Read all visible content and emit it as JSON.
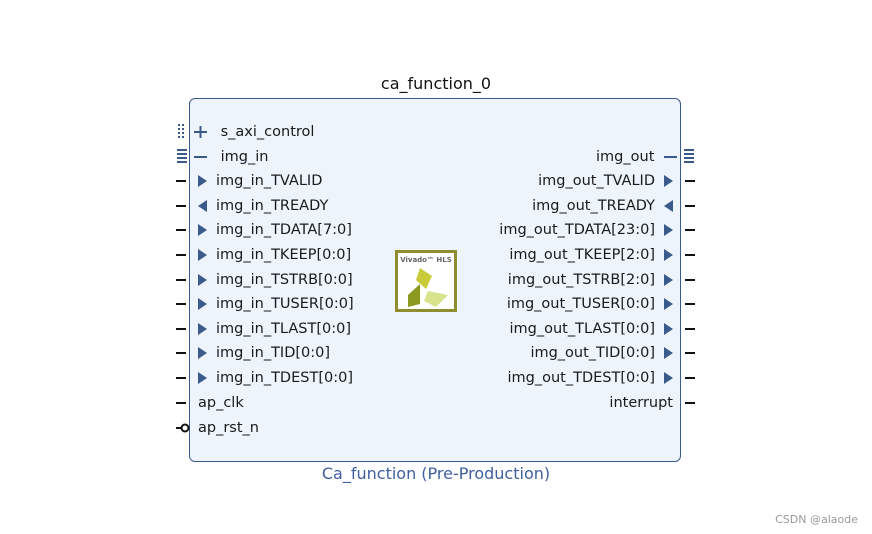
{
  "block": {
    "instance_name": "ca_function_0",
    "ip_title": "Ca_function (Pre-Production)",
    "logo_text": "Vivado™ HLS"
  },
  "left_ports": [
    {
      "name": "s_axi_control",
      "kind": "bus-collapsed"
    },
    {
      "name": "img_in",
      "kind": "bus-expanded"
    },
    {
      "name": "img_in_TVALID",
      "kind": "input"
    },
    {
      "name": "img_in_TREADY",
      "kind": "output"
    },
    {
      "name": "img_in_TDATA[7:0]",
      "kind": "input"
    },
    {
      "name": "img_in_TKEEP[0:0]",
      "kind": "input"
    },
    {
      "name": "img_in_TSTRB[0:0]",
      "kind": "input"
    },
    {
      "name": "img_in_TUSER[0:0]",
      "kind": "input"
    },
    {
      "name": "img_in_TLAST[0:0]",
      "kind": "input"
    },
    {
      "name": "img_in_TID[0:0]",
      "kind": "input"
    },
    {
      "name": "img_in_TDEST[0:0]",
      "kind": "input"
    },
    {
      "name": "ap_clk",
      "kind": "clock"
    },
    {
      "name": "ap_rst_n",
      "kind": "reset"
    }
  ],
  "right_ports": [
    {
      "name": "img_out",
      "kind": "bus-expanded"
    },
    {
      "name": "img_out_TVALID",
      "kind": "output"
    },
    {
      "name": "img_out_TREADY",
      "kind": "input"
    },
    {
      "name": "img_out_TDATA[23:0]",
      "kind": "output"
    },
    {
      "name": "img_out_TKEEP[2:0]",
      "kind": "output"
    },
    {
      "name": "img_out_TSTRB[2:0]",
      "kind": "output"
    },
    {
      "name": "img_out_TUSER[0:0]",
      "kind": "output"
    },
    {
      "name": "img_out_TLAST[0:0]",
      "kind": "output"
    },
    {
      "name": "img_out_TID[0:0]",
      "kind": "output"
    },
    {
      "name": "img_out_TDEST[0:0]",
      "kind": "output"
    },
    {
      "name": "interrupt",
      "kind": "output-plain"
    }
  ],
  "watermark": "CSDN @alaode",
  "colors": {
    "block_fill": "#edf4fc",
    "block_border": "#3a5a8c",
    "pin_arrow": "#3a5a8c",
    "subtitle": "#3f5f9e"
  }
}
